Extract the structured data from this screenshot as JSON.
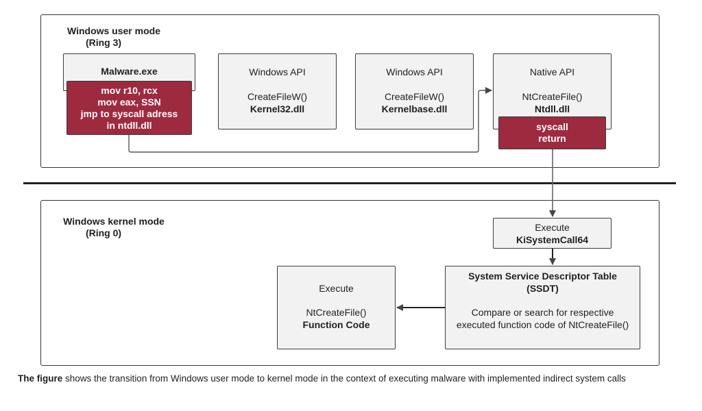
{
  "user_mode": {
    "title": "Windows user mode",
    "ring": "(Ring 3)",
    "malware_box": {
      "title": "Malware.exe",
      "code_lines": [
        "mov r10, rcx",
        "mov eax, SSN",
        "jmp to syscall adress",
        "in ntdll.dll"
      ]
    },
    "api_boxes": [
      {
        "title": "Windows API",
        "function": "CreateFileW()",
        "dll": "Kernel32.dll"
      },
      {
        "title": "Windows API",
        "function": "CreateFileW()",
        "dll": "Kernelbase.dll"
      }
    ],
    "native_api_box": {
      "title": "Native API",
      "function": "NtCreateFile()",
      "dll": "Ntdll.dll",
      "instructions": [
        "syscall",
        "return"
      ]
    }
  },
  "kernel_mode": {
    "title": "Windows kernel mode",
    "ring": "(Ring 0)",
    "kisystemcall_box": {
      "title": "Execute",
      "name": "KiSystemCall64"
    },
    "ssdt_box": {
      "title": "System Service Descriptor Table",
      "abbr": "(SSDT)",
      "description_lines": [
        "Compare or search for respective",
        "executed function code of NtCreateFile()"
      ]
    },
    "function_box": {
      "title": "Execute",
      "function": "NtCreateFile()",
      "label": "Function Code"
    }
  },
  "caption": {
    "bold": "The figure",
    "text": " shows the transition from Windows user mode to kernel mode in the context of executing malware with implemented indirect system calls"
  },
  "colors": {
    "accent_red": "#9e2a3f",
    "box_fill": "#f2f2f2",
    "border": "#333333"
  }
}
